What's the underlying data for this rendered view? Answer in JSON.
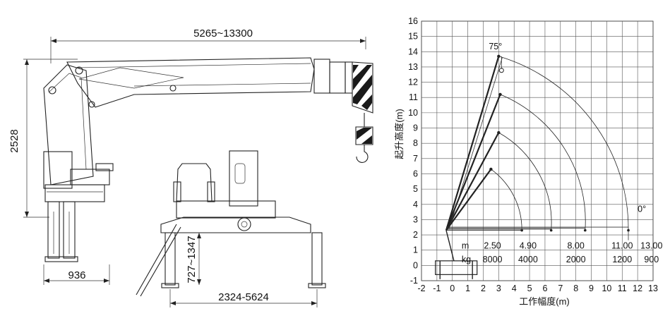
{
  "drawing": {
    "boom_length_dim": "5265~13300",
    "height_dim": "2528",
    "base_width_dim": "936",
    "outrigger_height_dim": "727~1347",
    "outrigger_span_dim": "2324-5624"
  },
  "chart_data": {
    "type": "line",
    "xlabel": "工作幅度(m)",
    "ylabel": "起升高度(m)",
    "xlim": [
      -2,
      13
    ],
    "ylim": [
      -1,
      16
    ],
    "x_ticks": [
      -2,
      -1,
      0,
      1,
      2,
      3,
      4,
      5,
      6,
      7,
      8,
      9,
      10,
      11,
      12,
      13
    ],
    "y_ticks": [
      -1,
      0,
      1,
      2,
      3,
      4,
      5,
      6,
      7,
      8,
      9,
      10,
      11,
      12,
      13,
      14,
      15,
      16
    ],
    "angle_labels": {
      "max": "75°",
      "min": "0°"
    },
    "boom_pivot": {
      "x": -0.4,
      "y": 2.3
    },
    "arcs": [
      {
        "radius_m": 4.9,
        "tip_x": 2.5,
        "tip_y": 6.3
      },
      {
        "radius_m": 6.8,
        "tip_x": 3.0,
        "tip_y": 8.7
      },
      {
        "radius_m": 9.0,
        "tip_x": 3.1,
        "tip_y": 11.2
      },
      {
        "radius_m": 11.8,
        "tip_x": 3.0,
        "tip_y": 13.7
      }
    ],
    "load_table": {
      "row1_unit": "m",
      "row2_unit": "kg",
      "radius_m": [
        "2.50",
        "4.90",
        "8.00",
        "11.00",
        "13.00"
      ],
      "load_kg": [
        "8000",
        "4000",
        "2000",
        "1200",
        "900"
      ]
    }
  }
}
